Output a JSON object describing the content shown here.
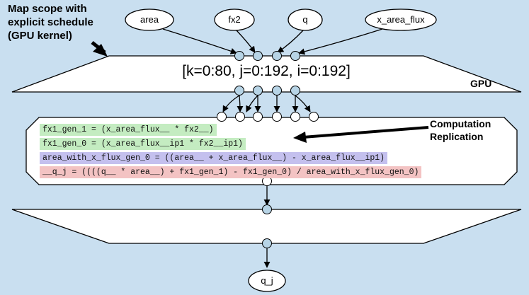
{
  "annotations": {
    "map_scope": [
      "Map scope with",
      "explicit schedule",
      "(GPU kernel)"
    ],
    "replication": [
      "Computation",
      "Replication"
    ]
  },
  "inputs": [
    "area",
    "fx2",
    "q",
    "x_area_flux"
  ],
  "map_entry": {
    "range": "[k=0:80, j=0:192, i=0:192]",
    "schedule": "GPU"
  },
  "tasklet": {
    "lines": [
      {
        "text": "fx1_gen_1 = (x_area_flux__ * fx2__)",
        "color": "green"
      },
      {
        "text": "fx1_gen_0 = (x_area_flux__ip1 * fx2__ip1)",
        "color": "green"
      },
      {
        "text": "area_with_x_flux_gen_0 = ((area__ + x_area_flux__) - x_area_flux__ip1)",
        "color": "purple"
      },
      {
        "text": "__q_j = ((((q__ * area__) + fx1_gen_1) - fx1_gen_0) / area_with_x_flux_gen_0)",
        "color": "red"
      }
    ]
  },
  "output": "q_j",
  "colors": {
    "background": "#c9dff0",
    "connector": "#b7d4e6",
    "green": "#c4ecc1",
    "purple": "#c4c0ee",
    "red": "#f3c3c3"
  }
}
